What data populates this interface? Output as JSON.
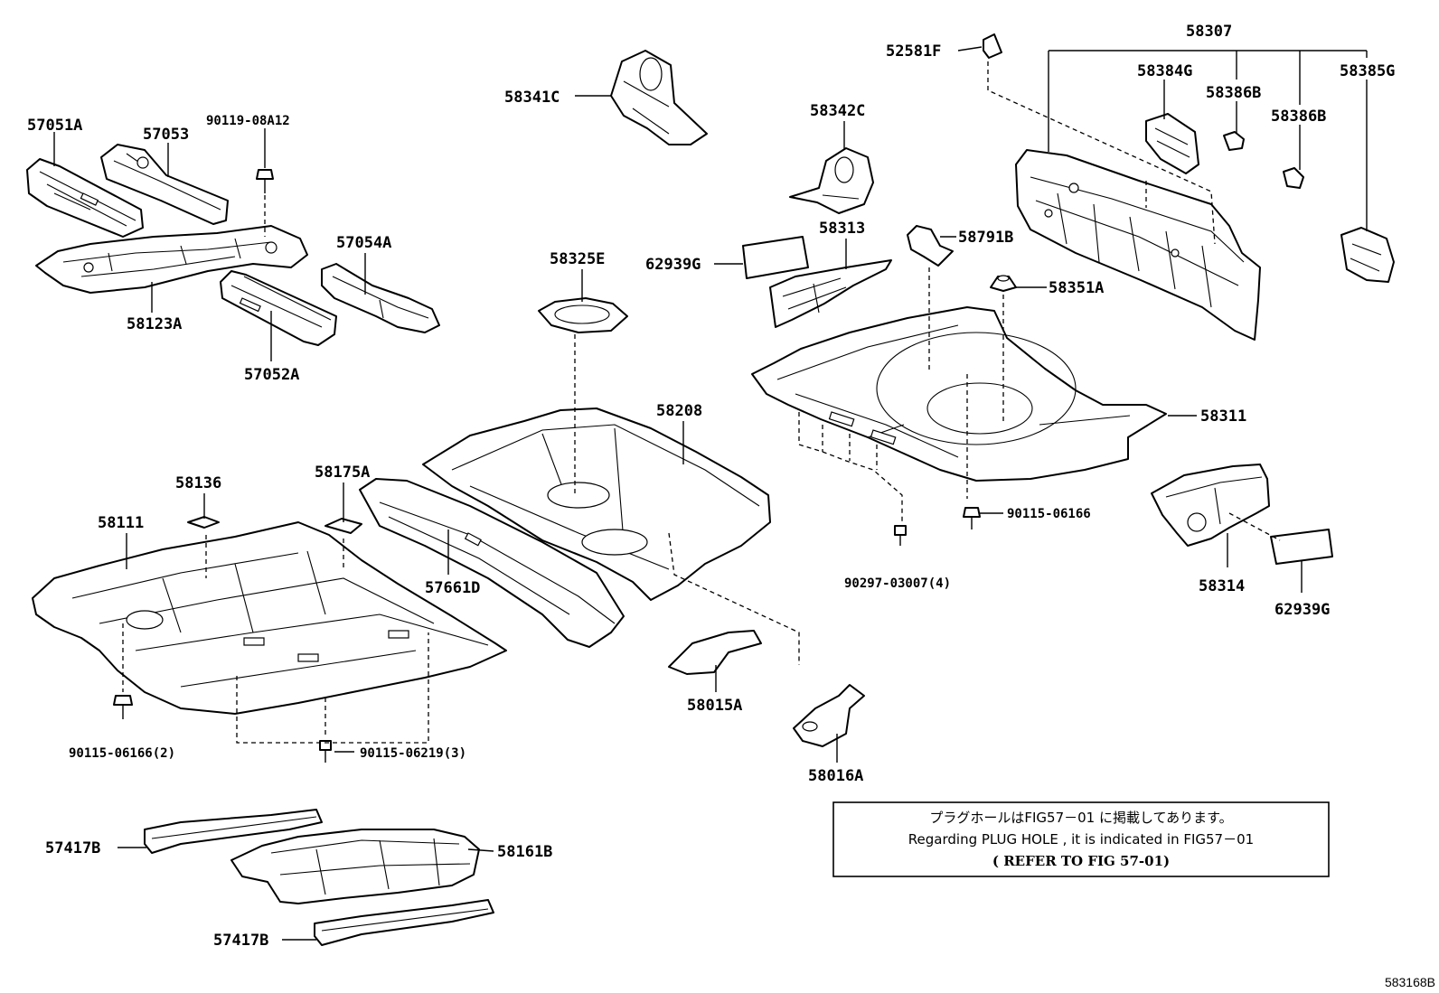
{
  "labels": {
    "p57051A": "57051A",
    "p57053": "57053",
    "p90119_08A12": "90119-08A12",
    "p58341C": "58341C",
    "p52581F": "52581F",
    "p58307": "58307",
    "p58384G": "58384G",
    "p58385G": "58385G",
    "p58386B_1": "58386B",
    "p58386B_2": "58386B",
    "p58342C": "58342C",
    "p57054A": "57054A",
    "p58123A": "58123A",
    "p57052A": "57052A",
    "p58325E": "58325E",
    "p62939G_1": "62939G",
    "p58313": "58313",
    "p58791B": "58791B",
    "p58351A": "58351A",
    "p58311": "58311",
    "p58208": "58208",
    "p58136": "58136",
    "p58175A": "58175A",
    "p58111": "58111",
    "p57661D": "57661D",
    "p90115_06166": "90115-06166",
    "p90297_03007_4": "90297-03007(4)",
    "p58314": "58314",
    "p62939G_2": "62939G",
    "p58015A": "58015A",
    "p58016A": "58016A",
    "p90115_06166_2": "90115-06166(2)",
    "p90115_06219_3": "90115-06219(3)",
    "p57417B_1": "57417B",
    "p58161B": "58161B",
    "p57417B_2": "57417B"
  },
  "note": {
    "line1": "プラグホールはFIG57－01 に掲載してあります。",
    "line2": "Regarding  PLUG  HOLE  ,  it  is  indicated  in  FIG57－01",
    "line3": "(    REFER  TO  FIG  57-01)"
  },
  "figure_code": "583168B"
}
